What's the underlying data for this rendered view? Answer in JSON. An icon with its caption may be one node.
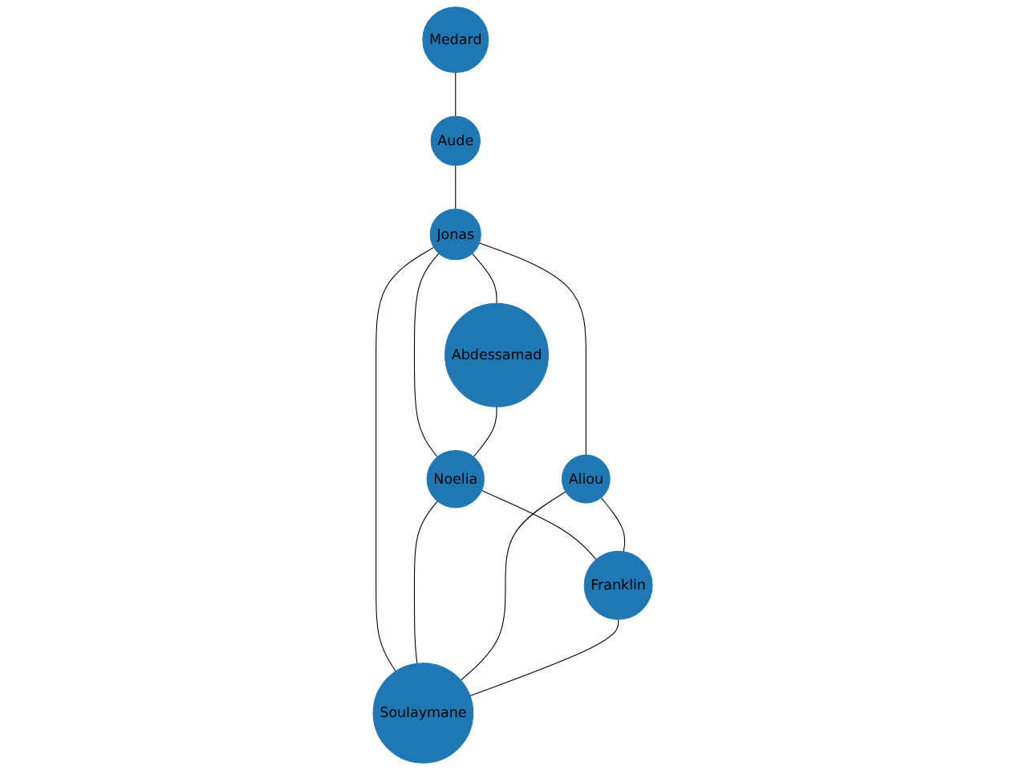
{
  "diagram": {
    "nodes": [
      {
        "text": [
          "Medard"
        ]
      },
      {
        "text": [
          "Aude"
        ]
      },
      {
        "text": [
          "Jonas"
        ]
      },
      {
        "text": [
          "Abdessamad"
        ]
      },
      {
        "text": [
          "Noelia"
        ]
      },
      {
        "text": [
          "Soulaymane"
        ]
      },
      {
        "text": [
          "Aliou"
        ]
      },
      {
        "text": [
          "Franklin"
        ]
      }
    ],
    "edges": [
      {
        "from": 0,
        "to": 1,
        "arrow": "none"
      },
      {
        "from": 1,
        "to": 2,
        "arrow": "none"
      },
      {
        "from": 2,
        "to": 3,
        "arrow": "none"
      },
      {
        "from": 2,
        "to": 4,
        "arrow": "none"
      },
      {
        "from": 2,
        "to": 5,
        "arrow": "none"
      },
      {
        "from": 2,
        "to": 6,
        "arrow": "none"
      },
      {
        "from": 3,
        "to": 4,
        "arrow": "none"
      },
      {
        "from": 4,
        "to": 5,
        "arrow": "none"
      },
      {
        "from": 4,
        "to": 7,
        "arrow": "none"
      },
      {
        "from": 6,
        "to": 5,
        "arrow": "none"
      },
      {
        "from": 6,
        "to": 7,
        "arrow": "none"
      },
      {
        "from": 7,
        "to": 5,
        "arrow": "none"
      }
    ]
  }
}
